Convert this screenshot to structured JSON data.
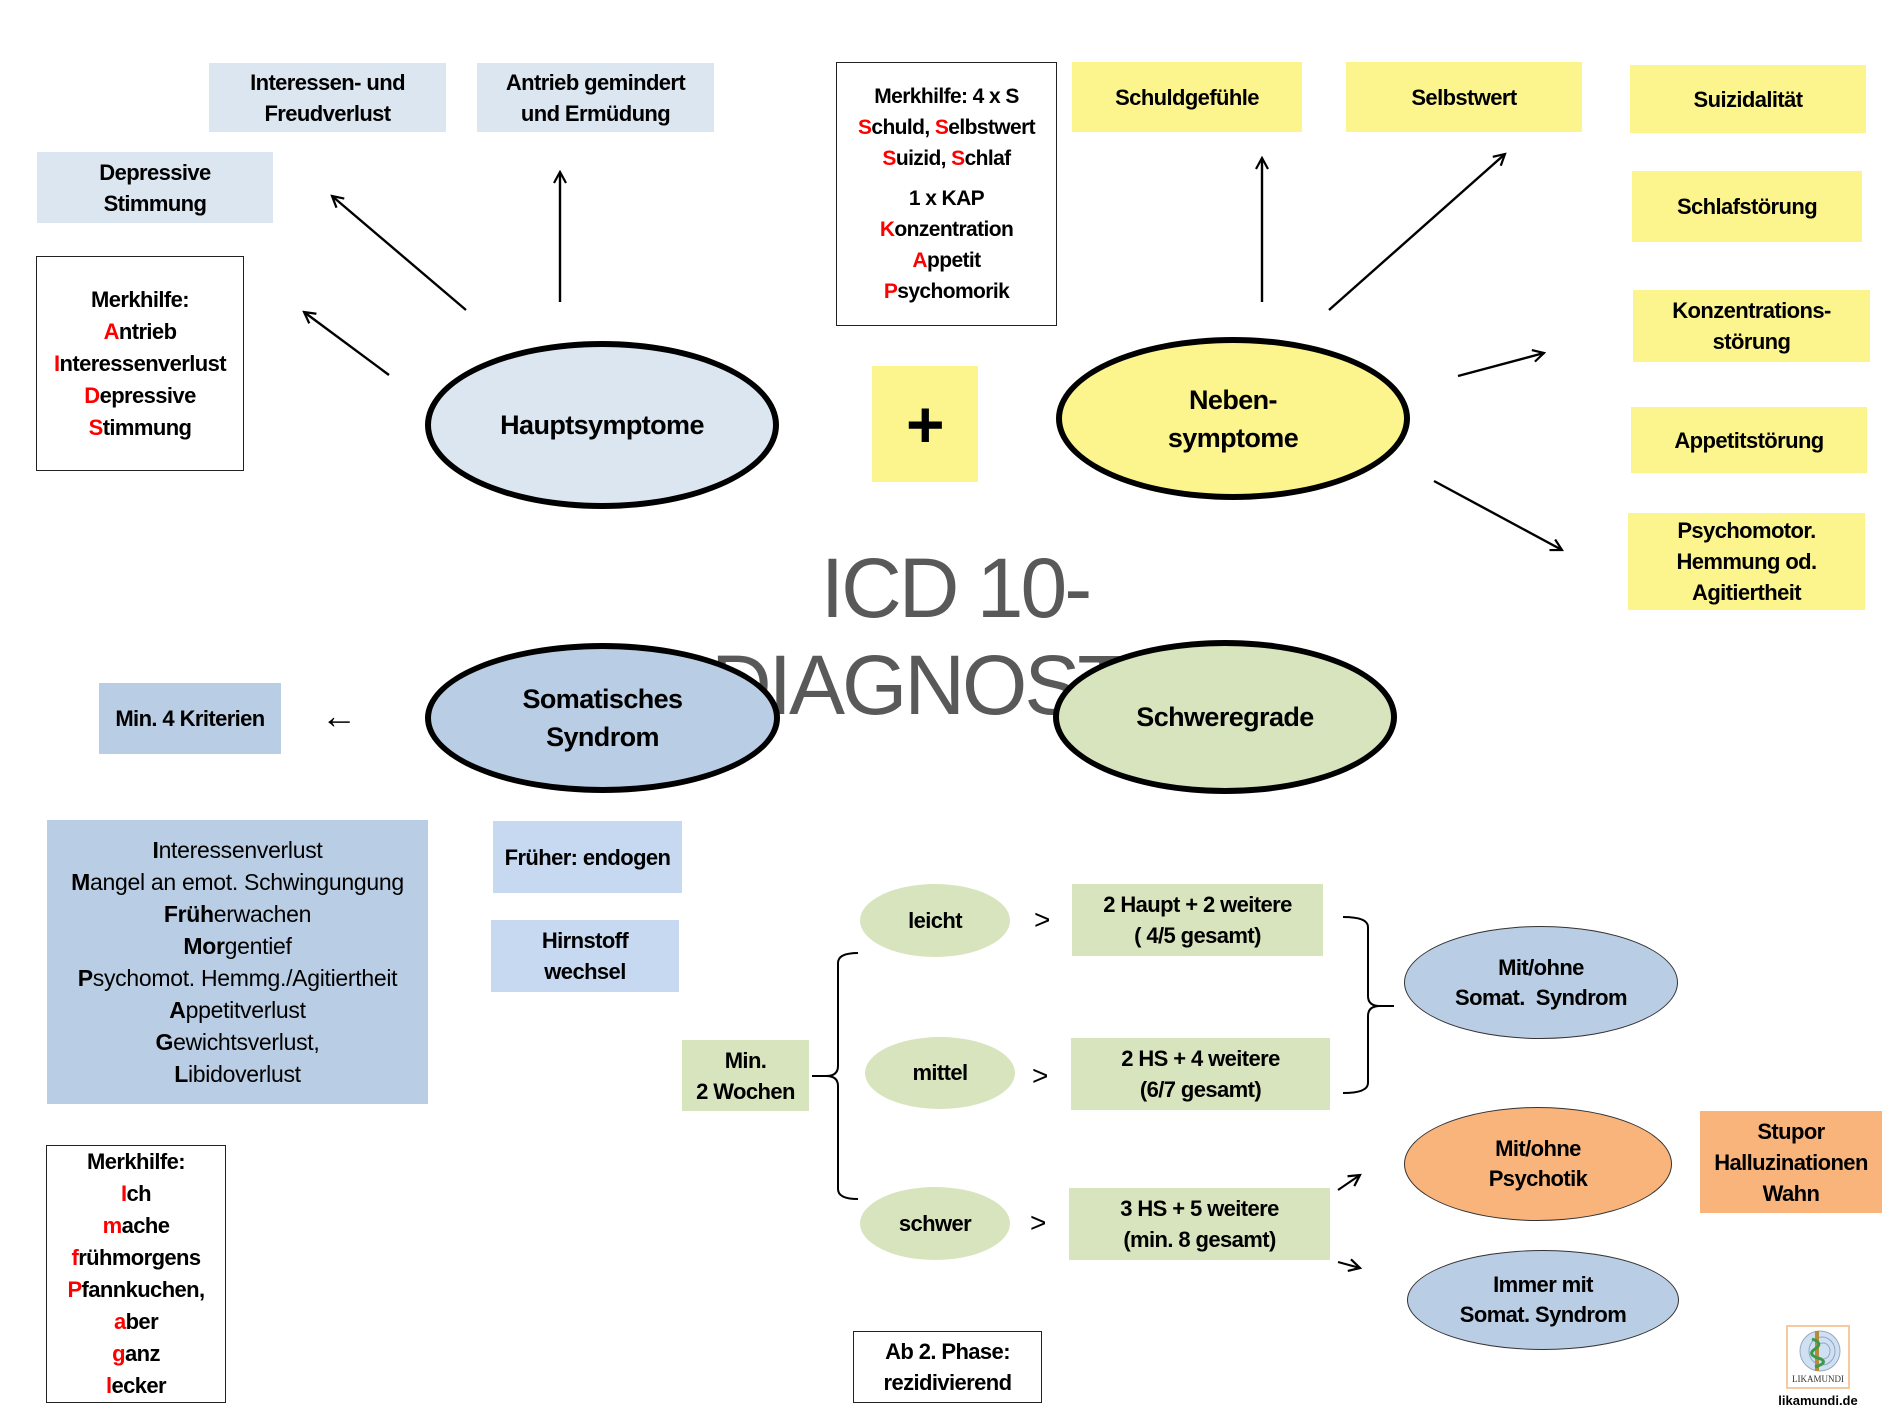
{
  "title": "ICD 10-DIAGNOSTIK",
  "hauptsymptome": {
    "label": "Hauptsymptome",
    "items": [
      {
        "label": "Interessen- und Freudverlust"
      },
      {
        "label": "Antrieb gemindert und Ermüdung"
      },
      {
        "label": "Depressive Stimmung"
      }
    ],
    "merkhilfe": {
      "heading": "Merkhilfe:",
      "lines": [
        {
          "initial": "A",
          "rest": "ntrieb"
        },
        {
          "initial": "I",
          "rest": "nteressenverlust"
        },
        {
          "initial": "D",
          "rest": "epressive"
        },
        {
          "initial": "S",
          "rest": "timmung"
        }
      ]
    }
  },
  "plus_sign": "+",
  "nebensymptome": {
    "label_line1": "Neben-",
    "label_line2": "symptome",
    "items": [
      {
        "label": "Schuldgefühle"
      },
      {
        "label": "Selbstwert"
      },
      {
        "label": "Suizidalität"
      },
      {
        "label": "Schlafstörung"
      },
      {
        "label": "Konzentrations- störung"
      },
      {
        "label": "Appetitstörung"
      },
      {
        "label": "Psychomotor. Hemmung od. Agitiertheit"
      }
    ],
    "merkhilfe": {
      "heading": "Merkhilfe: 4 x S",
      "s_line1": {
        "a": "S",
        "b": "chuld, ",
        "c": "S",
        "d": "elbstwert"
      },
      "s_line2": {
        "a": "S",
        "b": "uizid, ",
        "c": "S",
        "d": "chlaf"
      },
      "kap_heading": "1 x KAP",
      "kap_lines": [
        {
          "initial": "K",
          "rest": "onzentration"
        },
        {
          "initial": "A",
          "rest": "ppetit"
        },
        {
          "initial": "P",
          "rest": "sychomorik"
        }
      ]
    }
  },
  "somatisches_syndrom": {
    "label_line1": "Somatisches",
    "label_line2": "Syndrom",
    "min_criteria": "Min. 4 Kriterien",
    "arrow": "←",
    "formerly": "Früher: endogen",
    "neuro_line1": "Hirnstoff",
    "neuro_line2": "wechsel",
    "criteria": [
      {
        "bold": "I",
        "rest": "nteressenverlust"
      },
      {
        "bold": "M",
        "rest": "angel an emot. Schwingungung"
      },
      {
        "bold": "Früh",
        "rest": "erwachen"
      },
      {
        "bold": "Mor",
        "rest": "gentief"
      },
      {
        "bold": "P",
        "rest": "sychomot. Hemmg./Agitiertheit"
      },
      {
        "bold": "A",
        "rest": "ppetitverlust"
      },
      {
        "bold": "G",
        "rest": "ewichtsverlust,"
      },
      {
        "bold": "L",
        "rest": "ibidoverlust"
      }
    ],
    "merkhilfe": {
      "heading": "Merkhilfe:",
      "lines": [
        {
          "initial": "I",
          "rest": "ch"
        },
        {
          "initial": "m",
          "rest": "ache"
        },
        {
          "initial": "f",
          "rest": "rühmorgens"
        },
        {
          "initial": "P",
          "rest": "fannkuchen,"
        },
        {
          "initial": "a",
          "rest": "ber"
        },
        {
          "initial": "g",
          "rest": "anz"
        },
        {
          "initial": "l",
          "rest": "ecker"
        }
      ]
    }
  },
  "schweregrade": {
    "label": "Schweregrade",
    "duration_line1": "Min.",
    "duration_line2": "2 Wochen",
    "chevron": ">",
    "levels": [
      {
        "name": "leicht",
        "line1": "2 Haupt + 2 weitere",
        "line2": "( 4/5 gesamt)"
      },
      {
        "name": "mittel",
        "line1": "2 HS + 4 weitere",
        "line2": "(6/7 gesamt)"
      },
      {
        "name": "schwer",
        "line1": "3 HS + 5 weitere",
        "line2": "(min. 8 gesamt)"
      }
    ],
    "outcomes": {
      "mild_moderate_line1": "Mit/ohne",
      "mild_moderate_line2": "Somat.  Syndrom",
      "psychotic_line1": "Mit/ohne",
      "psychotic_line2": "Psychotik",
      "severe_line1": "Immer mit",
      "severe_line2": "Somat. Syndrom",
      "psychotic_features": [
        "Stupor",
        "Halluzinationen",
        "Wahn"
      ]
    },
    "recurrent_line1": "Ab 2. Phase:",
    "recurrent_line2": "rezidivierend"
  },
  "branding": {
    "logo_text": "LIKAMUNDI",
    "website": "likamundi.de"
  },
  "colors": {
    "main_light_blue": "#dce6f1",
    "secondary_yellow": "#fcf48c",
    "somatic_blue": "#b9cde4",
    "severity_green": "#d7e4bd",
    "psychotic_orange": "#f9b47c",
    "mnemonic_red": "#ff0000",
    "title_gray": "#595959"
  }
}
